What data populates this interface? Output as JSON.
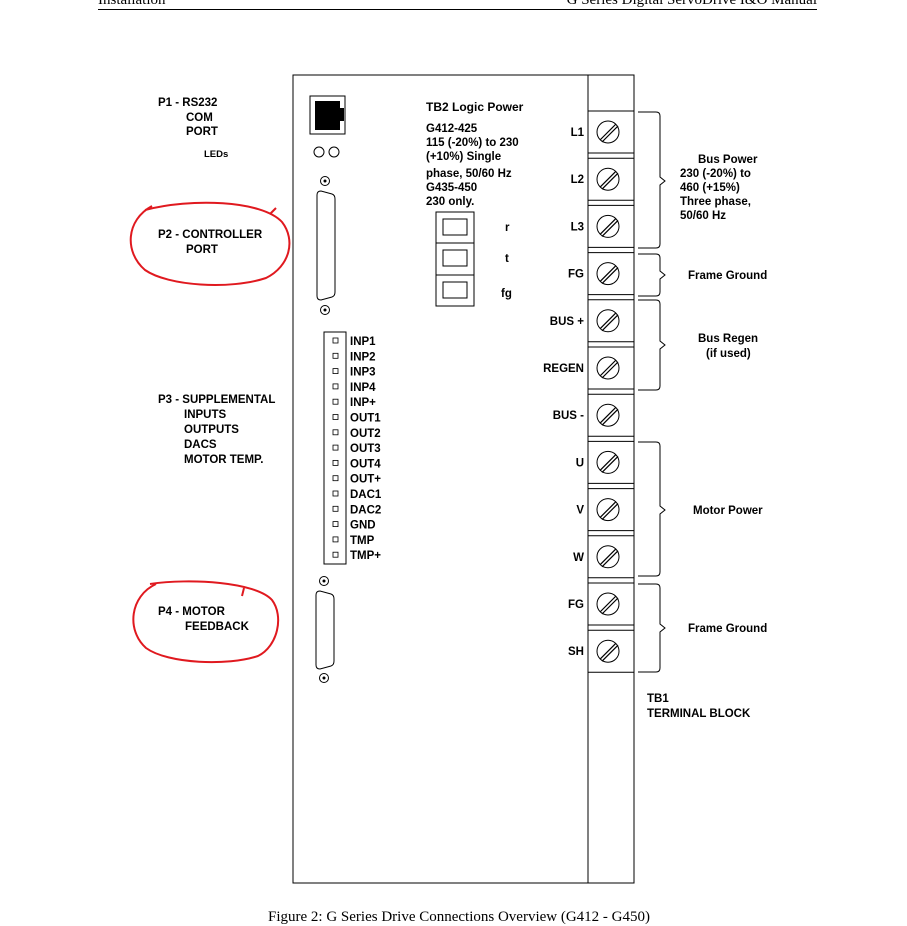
{
  "header": {
    "left": "Installation",
    "right": "G Series Digital ServoDrive I&O Manual"
  },
  "caption": "Figure 2: G Series Drive Connections Overview (G412 - G450)",
  "left_labels": {
    "p1": [
      "P1 -  RS232",
      "COM",
      "PORT"
    ],
    "leds": "LEDs",
    "p2": [
      "P2 -  CONTROLLER",
      "PORT"
    ],
    "p3": [
      "P3 - SUPPLEMENTAL",
      "INPUTS",
      "OUTPUTS",
      "DACS",
      "MOTOR TEMP."
    ],
    "p4": [
      "P4 -  MOTOR",
      "FEEDBACK"
    ]
  },
  "tb2": {
    "title": "TB2   Logic Power",
    "desc": [
      "G412-425",
      "115 (-20%) to 230",
      "(+10%) Single",
      "phase, 50/60 Hz",
      "G435-450",
      "230 only."
    ],
    "terminals": [
      "r",
      "t",
      "fg"
    ]
  },
  "io_pins": [
    "INP1",
    "INP2",
    "INP3",
    "INP4",
    "INP+",
    "OUT1",
    "OUT2",
    "OUT3",
    "OUT4",
    "OUT+",
    "DAC1",
    "DAC2",
    "GND",
    "TMP",
    "TMP+"
  ],
  "tb1_terminals": [
    "L1",
    "L2",
    "L3",
    "FG",
    "BUS +",
    "REGEN",
    "BUS -",
    "U",
    "V",
    "W",
    "FG",
    "SH"
  ],
  "groups": {
    "bus_power": [
      "Bus Power",
      "230 (-20%) to",
      "460 (+15%)",
      "Three phase,",
      "50/60 Hz"
    ],
    "frame_ground_1": "Frame Ground",
    "bus_regen": [
      "Bus Regen",
      "(if used)"
    ],
    "motor_power": "Motor Power",
    "frame_ground_2": "Frame Ground"
  },
  "tb1_title": [
    "TB1",
    "TERMINAL BLOCK"
  ],
  "colors": {
    "line": "#000000",
    "annotation_circle": "#e0191f"
  }
}
